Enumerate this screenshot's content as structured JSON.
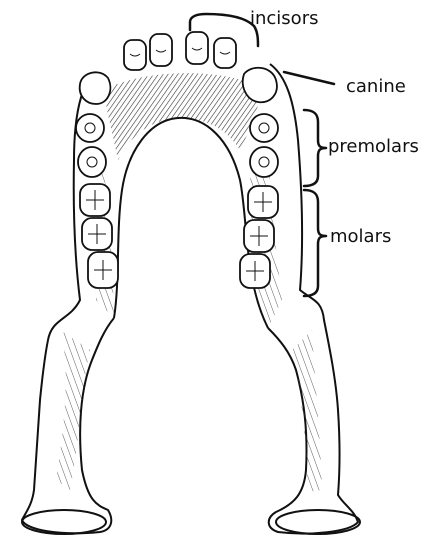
{
  "labels": {
    "incisors": "incisors",
    "canine": "canine",
    "premolars": "premolars",
    "molars": "molars"
  },
  "colors": {
    "ink": "#111111",
    "paper": "#ffffff",
    "bone_shade": "#2a2a2a"
  }
}
